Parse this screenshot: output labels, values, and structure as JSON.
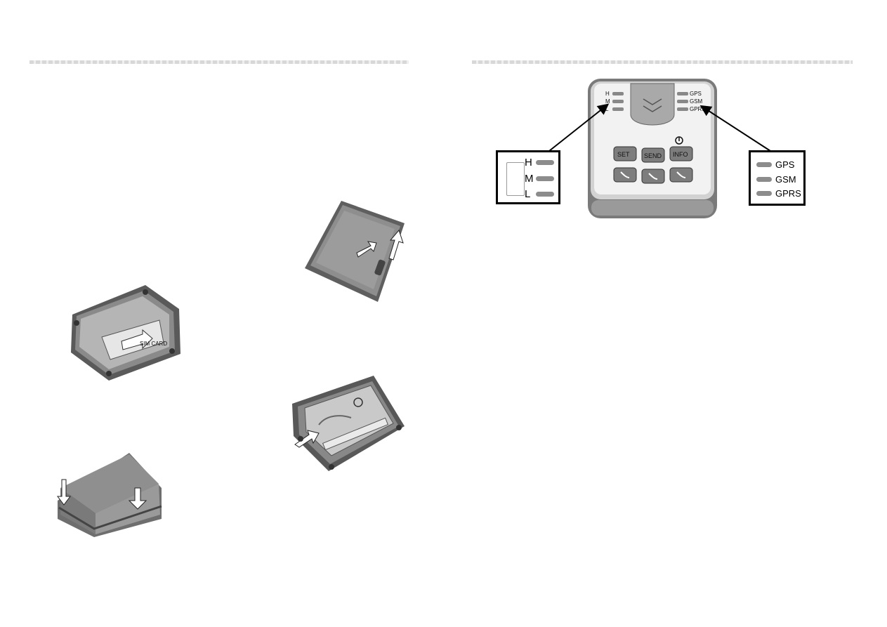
{
  "diagram": {
    "device_front": {
      "level_labels": [
        "H",
        "M",
        "L"
      ],
      "status_labels": [
        "GPS",
        "GSM",
        "GPRS"
      ],
      "buttons": [
        "SET",
        "SEND",
        "INFO"
      ]
    },
    "battery_callout": {
      "labels": [
        "H",
        "M",
        "L"
      ]
    },
    "status_callout": {
      "labels": [
        "GPS",
        "GSM",
        "GPRS"
      ]
    },
    "sim_figure": {
      "label": "SIM CARD"
    }
  },
  "colors": {
    "device_body": "#a8a8a8",
    "led": "#8c8c8c",
    "arrow": "#ffffff"
  },
  "icons": [
    "power-icon",
    "phone-icon",
    "arrow-icon"
  ]
}
